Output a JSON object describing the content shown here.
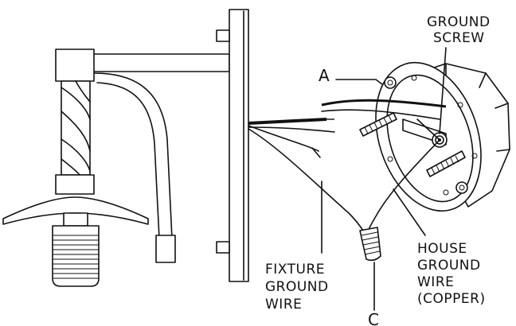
{
  "labels": {
    "ground_screw": [
      "GROUND",
      "SCREW"
    ],
    "callout_a": "A",
    "fixture_ground_wire": [
      "FIXTURE",
      "GROUND",
      "WIRE"
    ],
    "house_ground_wire": [
      "HOUSE",
      "GROUND",
      "WIRE",
      "(COPPER)"
    ],
    "callout_c": "C"
  },
  "colors": {
    "ink": "#111111",
    "paper": "#ffffff"
  }
}
